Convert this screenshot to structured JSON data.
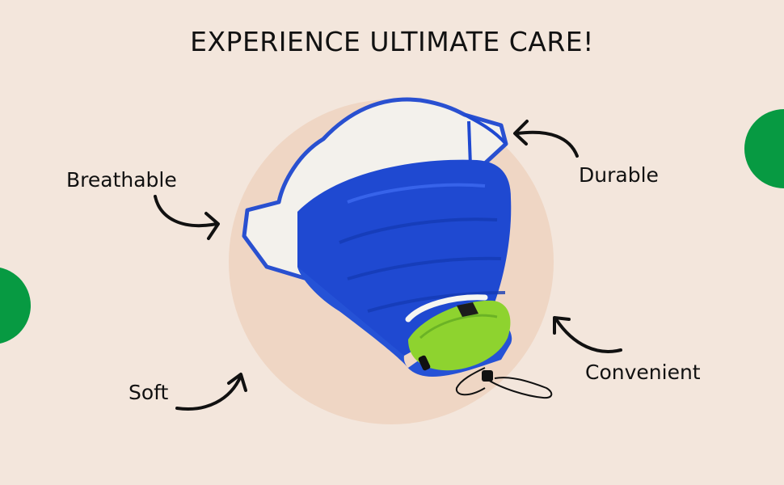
{
  "headline": "EXPERIENCE ULTIMATE CARE!",
  "features": {
    "breathable": "Breathable",
    "durable": "Durable",
    "soft": "Soft",
    "convenient": "Convenient"
  },
  "colors": {
    "background": "#f3e6dc",
    "circle": "#efd6c4",
    "accent_green": "#079a42",
    "cone_blue": "#1f49d1",
    "inner_green": "#8ed32f",
    "text": "#111111"
  },
  "icons": [
    "curved-arrow-icon",
    "green-half-circle-decoration",
    "pet-recovery-cone-image"
  ]
}
